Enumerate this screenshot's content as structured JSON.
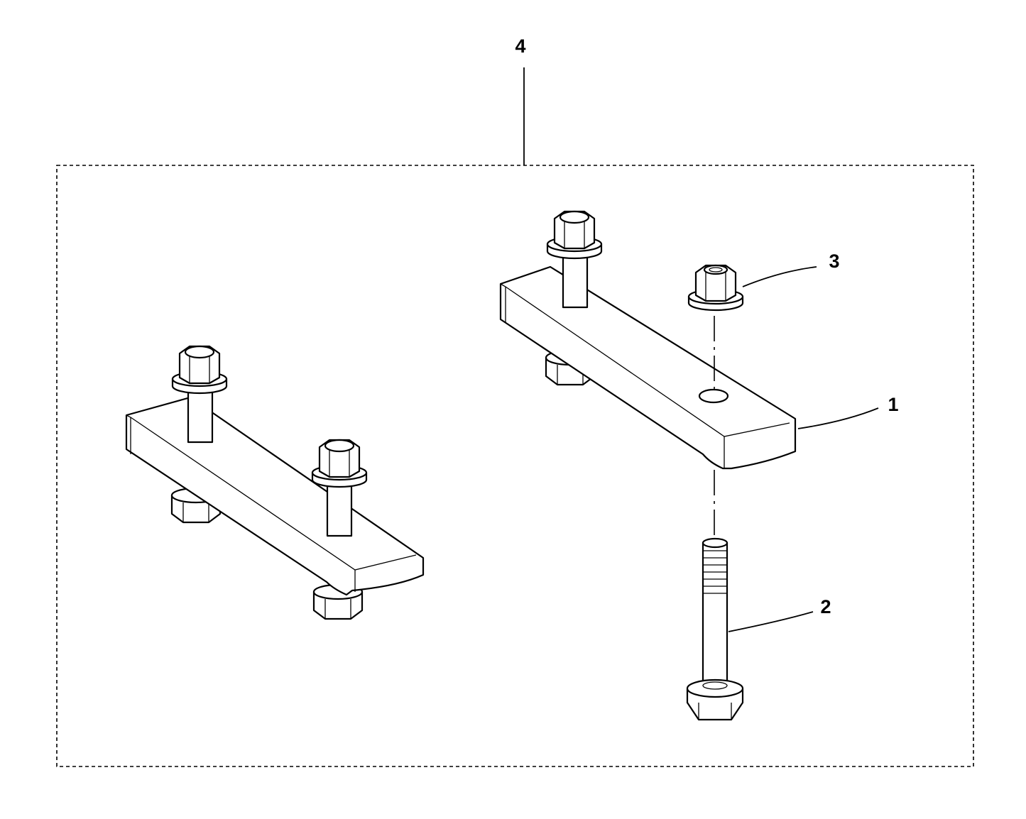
{
  "callouts": {
    "kit": "4",
    "plate": "1",
    "bolt": "2",
    "nut": "3"
  }
}
